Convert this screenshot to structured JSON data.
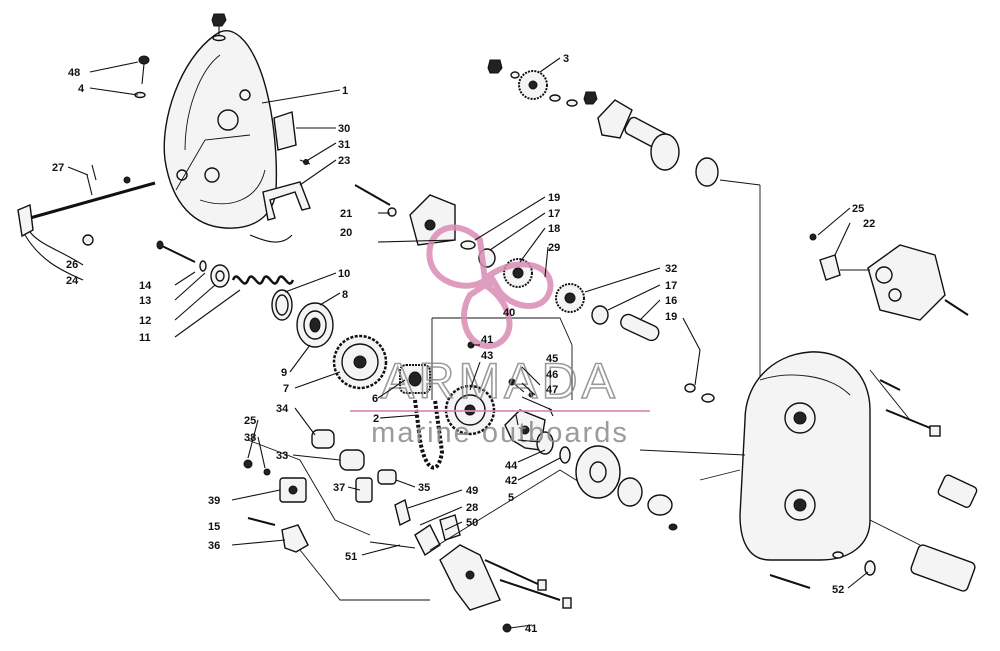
{
  "watermark": {
    "brand": "ARMADA",
    "tagline": "marine outboards",
    "color": "#d98cb5",
    "text_color": "#8a8a8a"
  },
  "callouts": {
    "c1": "1",
    "c2": "2",
    "c3": "3",
    "c4": "4",
    "c5": "5",
    "c6": "6",
    "c7": "7",
    "c8": "8",
    "c9": "9",
    "c10": "10",
    "c11": "11",
    "c12": "12",
    "c13": "13",
    "c14": "14",
    "c15": "15",
    "c16": "16",
    "c17a": "17",
    "c17b": "17",
    "c18": "18",
    "c19a": "19",
    "c19b": "19",
    "c20": "20",
    "c21": "21",
    "c22": "22",
    "c23": "23",
    "c24": "24",
    "c25a": "25",
    "c25b": "25",
    "c26": "26",
    "c27": "27",
    "c28": "28",
    "c29": "29",
    "c30": "30",
    "c31": "31",
    "c32": "32",
    "c33": "33",
    "c34": "34",
    "c35": "35",
    "c36": "36",
    "c37": "37",
    "c38": "38",
    "c39": "39",
    "c40": "40",
    "c41a": "41",
    "c41b": "41",
    "c42": "42",
    "c43": "43",
    "c44": "44",
    "c45": "45",
    "c46": "46",
    "c47": "47",
    "c48": "48",
    "c49": "49",
    "c50": "50",
    "c51": "51",
    "c52": "52"
  }
}
